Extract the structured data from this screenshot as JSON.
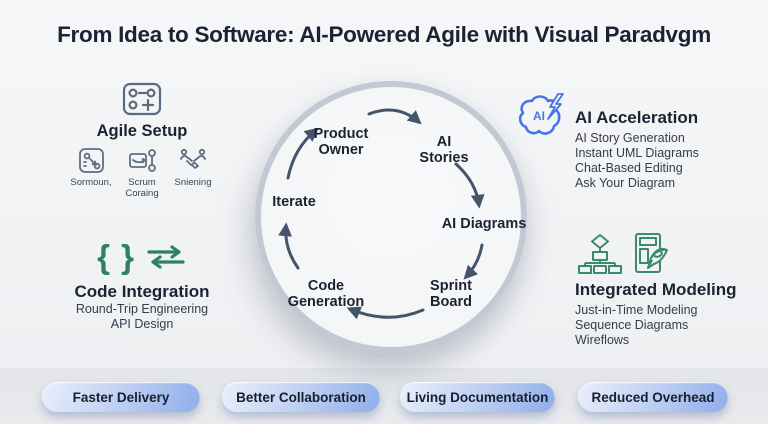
{
  "title": "From Idea to Software: AI-Powered Agile with Visual Paradvgm",
  "sections": {
    "agile_setup": {
      "heading": "Agile Setup",
      "items": [
        "Sormoun,",
        "Scrum Coraing",
        "Sniening"
      ]
    },
    "code_integration": {
      "heading": "Code Integration",
      "braces_glyph": "{ }",
      "items": [
        "Round-Trip Engineering",
        "API Design"
      ]
    },
    "ai_acceleration": {
      "heading": "AI Acceleration",
      "brain_label": "AI",
      "items": [
        "AI Story Generation",
        "Instant UML Diagrams",
        "Chat-Based Editing",
        "Ask Your Diagram"
      ]
    },
    "integrated_modeling": {
      "heading": "Integrated Modeling",
      "items": [
        "Just-in-Time Modeling",
        "Sequence Diagrams",
        "Wireflows"
      ]
    }
  },
  "cycle": {
    "nodes": [
      "Product Owner",
      "AI Stories",
      "AI Diagrams",
      "Sprint Board",
      "Code Generation",
      "Iterate"
    ]
  },
  "pills": [
    "Faster Delivery",
    "Better Collaboration",
    "Living Documentation",
    "Reduced Overhead"
  ],
  "icons": {
    "agile_setup": "settings-board-icon",
    "agile_mini": [
      "planning-board-icon",
      "workflow-icon",
      "handshake-icon"
    ],
    "code_integration": [
      "curly-braces-icon",
      "round-trip-arrows-icon"
    ],
    "ai_acceleration": "ai-brain-bolt-icon",
    "integrated_modeling": [
      "org-chart-icon",
      "wireframe-pen-icon"
    ]
  },
  "colors": {
    "title_text": "#1b2333",
    "body_text": "#333d4d",
    "slate_icon": "#5a6b80",
    "green_accent": "#2e8063",
    "blue_accent": "#4478e0",
    "arrow": "#44546a",
    "circle_ring": "#c2c9d4",
    "pill_light": "#eaf0fc",
    "pill_dark": "#8fadea"
  }
}
